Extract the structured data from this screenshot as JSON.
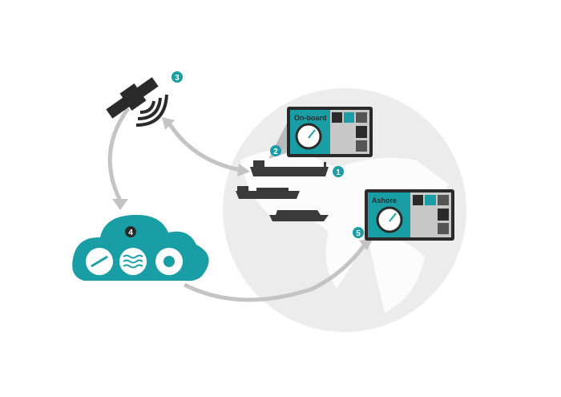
{
  "colors": {
    "teal": "#1a9ea6",
    "dark": "#2a2a2a",
    "grey": "#c4c4c4",
    "globe": "#ececec"
  },
  "badges": [
    "1",
    "2",
    "3",
    "4",
    "5"
  ],
  "onboard": {
    "label": "On-board"
  },
  "ashore": {
    "label": "Ashore"
  },
  "cloud_icons": [
    "anchor-chain-icon",
    "waves-icon",
    "weather-icon"
  ]
}
